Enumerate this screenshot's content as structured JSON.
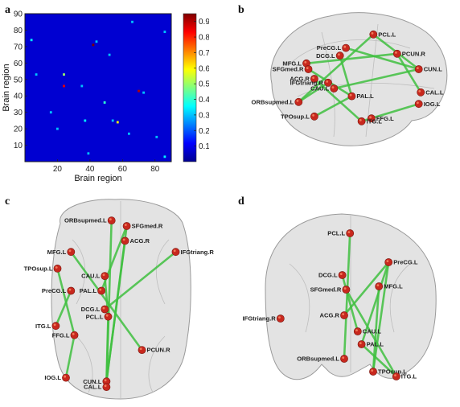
{
  "colors": {
    "heatmap_background": "#0a14a8",
    "edge": "#3fbf3f",
    "node": "#c8281e",
    "node_highlight": "#f07a5a",
    "brain_fill": "#d9d9d9",
    "brain_stroke": "#9a9a9a"
  },
  "panels": {
    "a": {
      "letter": "a"
    },
    "b": {
      "letter": "b"
    },
    "c": {
      "letter": "c"
    },
    "d": {
      "letter": "d"
    }
  },
  "chart_data": [
    {
      "type": "heatmap",
      "panel": "a",
      "xlabel": "Brain region",
      "ylabel": "Brain region",
      "xlim": [
        0,
        90
      ],
      "ylim": [
        0,
        90
      ],
      "xticks": [
        20,
        40,
        60,
        80
      ],
      "yticks": [
        10,
        20,
        30,
        40,
        50,
        60,
        70,
        80,
        90
      ],
      "colorbar": {
        "range": [
          0,
          0.95
        ],
        "ticks": [
          0.1,
          0.2,
          0.3,
          0.4,
          0.5,
          0.6,
          0.7,
          0.8,
          0.9
        ]
      },
      "background_value": 0.0,
      "grid": false,
      "points": [
        {
          "x": 4,
          "y": 74,
          "v": 0.35
        },
        {
          "x": 20,
          "y": 20,
          "v": 0.3
        },
        {
          "x": 24,
          "y": 53,
          "v": 0.5
        },
        {
          "x": 24,
          "y": 46,
          "v": 0.85
        },
        {
          "x": 35,
          "y": 46,
          "v": 0.3
        },
        {
          "x": 39,
          "y": 5,
          "v": 0.3
        },
        {
          "x": 42,
          "y": 71,
          "v": 0.95
        },
        {
          "x": 44,
          "y": 73,
          "v": 0.3
        },
        {
          "x": 49,
          "y": 36,
          "v": 0.4
        },
        {
          "x": 52,
          "y": 65,
          "v": 0.3
        },
        {
          "x": 54,
          "y": 25,
          "v": 0.3
        },
        {
          "x": 57,
          "y": 24,
          "v": 0.6
        },
        {
          "x": 64,
          "y": 17,
          "v": 0.3
        },
        {
          "x": 66,
          "y": 85,
          "v": 0.3
        },
        {
          "x": 70,
          "y": 43,
          "v": 0.9
        },
        {
          "x": 73,
          "y": 42,
          "v": 0.3
        },
        {
          "x": 16,
          "y": 30,
          "v": 0.3
        },
        {
          "x": 37,
          "y": 25,
          "v": 0.35
        },
        {
          "x": 7,
          "y": 53,
          "v": 0.3
        },
        {
          "x": 81,
          "y": 15,
          "v": 0.3
        },
        {
          "x": 86,
          "y": 3,
          "v": 0.35
        },
        {
          "x": 86,
          "y": 79,
          "v": 0.3
        }
      ]
    },
    {
      "type": "network",
      "panel": "b",
      "view": "sagittal",
      "nodes": [
        {
          "label": "PCL.L",
          "x": 0.63,
          "y": 0.04
        },
        {
          "label": "PreCG.L",
          "x": 0.49,
          "y": 0.18
        },
        {
          "label": "DCG.L",
          "x": 0.46,
          "y": 0.26
        },
        {
          "label": "PCUN.R",
          "x": 0.75,
          "y": 0.24
        },
        {
          "label": "MFG.L",
          "x": 0.29,
          "y": 0.34
        },
        {
          "label": "SFGmed.R",
          "x": 0.3,
          "y": 0.4
        },
        {
          "label": "CUN.L",
          "x": 0.86,
          "y": 0.4
        },
        {
          "label": "ACG.R",
          "x": 0.33,
          "y": 0.5
        },
        {
          "label": "IFGtriang.R",
          "x": 0.4,
          "y": 0.54
        },
        {
          "label": "CAU.L",
          "x": 0.43,
          "y": 0.6
        },
        {
          "label": "CAL.L",
          "x": 0.87,
          "y": 0.64
        },
        {
          "label": "PAL.L",
          "x": 0.52,
          "y": 0.68
        },
        {
          "label": "ORBsupmed.L",
          "x": 0.25,
          "y": 0.74
        },
        {
          "label": "IOG.L",
          "x": 0.86,
          "y": 0.76
        },
        {
          "label": "TPOsup.L",
          "x": 0.33,
          "y": 0.89
        },
        {
          "label": "FFG.L",
          "x": 0.62,
          "y": 0.91
        },
        {
          "label": "ITG.L",
          "x": 0.57,
          "y": 0.94
        }
      ],
      "edges": [
        [
          4,
          3
        ],
        [
          0,
          12
        ],
        [
          1,
          6
        ],
        [
          2,
          11
        ],
        [
          3,
          10
        ],
        [
          8,
          12
        ],
        [
          9,
          6
        ],
        [
          11,
          14
        ],
        [
          5,
          11
        ],
        [
          0,
          6
        ],
        [
          7,
          16
        ],
        [
          16,
          13
        ]
      ]
    },
    {
      "type": "network",
      "panel": "c",
      "view": "axial",
      "nodes": [
        {
          "label": "ORBsupmed.L",
          "x": 0.47,
          "y": 0.07
        },
        {
          "label": "SFGmed.R",
          "x": 0.56,
          "y": 0.1
        },
        {
          "label": "ACG.R",
          "x": 0.55,
          "y": 0.18
        },
        {
          "label": "IFGtriang.R",
          "x": 0.85,
          "y": 0.24
        },
        {
          "label": "MFG.L",
          "x": 0.23,
          "y": 0.24
        },
        {
          "label": "TPOsup.L",
          "x": 0.15,
          "y": 0.33
        },
        {
          "label": "CAU.L",
          "x": 0.43,
          "y": 0.37
        },
        {
          "label": "PAL.L",
          "x": 0.41,
          "y": 0.45
        },
        {
          "label": "PreCG.L",
          "x": 0.23,
          "y": 0.45
        },
        {
          "label": "DCG.L",
          "x": 0.43,
          "y": 0.55
        },
        {
          "label": "PCL.L",
          "x": 0.45,
          "y": 0.59
        },
        {
          "label": "ITG.L",
          "x": 0.14,
          "y": 0.64
        },
        {
          "label": "FFG.L",
          "x": 0.25,
          "y": 0.69
        },
        {
          "label": "PCUN.R",
          "x": 0.65,
          "y": 0.77
        },
        {
          "label": "IOG.L",
          "x": 0.2,
          "y": 0.92
        },
        {
          "label": "CUN.L",
          "x": 0.44,
          "y": 0.94
        },
        {
          "label": "CAL.L",
          "x": 0.44,
          "y": 0.97
        }
      ],
      "edges": [
        [
          0,
          16
        ],
        [
          1,
          7
        ],
        [
          2,
          15
        ],
        [
          4,
          13
        ],
        [
          3,
          9
        ],
        [
          8,
          11
        ],
        [
          12,
          14
        ],
        [
          6,
          10
        ],
        [
          5,
          12
        ],
        [
          1,
          15
        ],
        [
          10,
          15
        ]
      ]
    },
    {
      "type": "network",
      "panel": "d",
      "view": "coronal",
      "nodes": [
        {
          "label": "PCL.L",
          "x": 0.48,
          "y": 0.07
        },
        {
          "label": "PreCG.L",
          "x": 0.68,
          "y": 0.25
        },
        {
          "label": "DCG.L",
          "x": 0.44,
          "y": 0.33
        },
        {
          "label": "MFG.L",
          "x": 0.63,
          "y": 0.4
        },
        {
          "label": "SFGmed.R",
          "x": 0.46,
          "y": 0.42
        },
        {
          "label": "IFGtriang.R",
          "x": 0.12,
          "y": 0.6
        },
        {
          "label": "ACG.R",
          "x": 0.45,
          "y": 0.58
        },
        {
          "label": "CAU.L",
          "x": 0.52,
          "y": 0.68
        },
        {
          "label": "PAL.L",
          "x": 0.54,
          "y": 0.76
        },
        {
          "label": "ORBsupmed.L",
          "x": 0.45,
          "y": 0.85
        },
        {
          "label": "TPOsup.L",
          "x": 0.6,
          "y": 0.93
        },
        {
          "label": "ITG.L",
          "x": 0.72,
          "y": 0.96
        }
      ],
      "edges": [
        [
          0,
          9
        ],
        [
          1,
          8
        ],
        [
          3,
          10
        ],
        [
          4,
          11
        ],
        [
          6,
          1
        ],
        [
          2,
          7
        ],
        [
          8,
          11
        ],
        [
          1,
          10
        ]
      ]
    }
  ]
}
